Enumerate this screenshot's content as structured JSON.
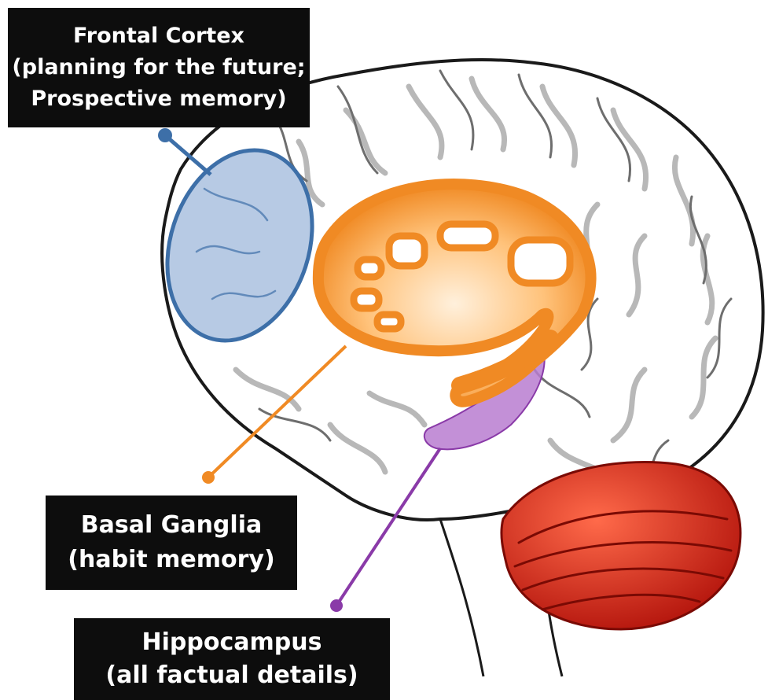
{
  "labels": {
    "frontal": {
      "line1": "Frontal Cortex",
      "line2": "(planning for the future;",
      "line3": "Prospective memory)"
    },
    "basal": {
      "line1": "Basal Ganglia",
      "line2": "(habit memory)"
    },
    "hippocampus": {
      "line1": "Hippocampus",
      "line2": "(all factual details)"
    }
  },
  "colors": {
    "frontal": "#3d6fa8",
    "basal": "#f08a24",
    "hippocampus": "#8a3aa8",
    "cerebellum": "#d92b1c",
    "brain_outline": "#1a1a1a"
  }
}
